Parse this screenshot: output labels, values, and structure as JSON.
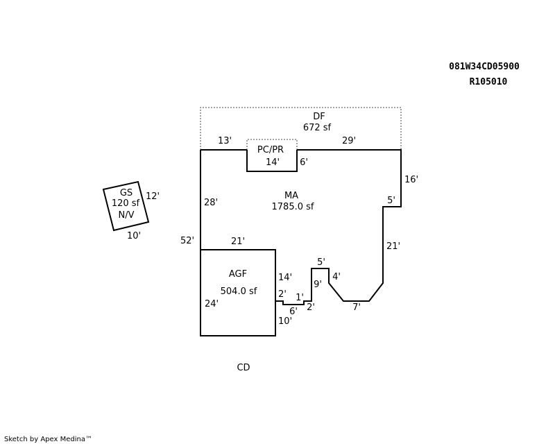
{
  "header": {
    "parcel_id": "081W34CD05900",
    "account_id": "R105010"
  },
  "areas": {
    "df": {
      "name": "DF",
      "size": "672 sf"
    },
    "pcpr": {
      "name": "PC/PR",
      "length": "14'",
      "depth": "6'"
    },
    "ma": {
      "name": "MA",
      "size": "1785.0 sf"
    },
    "agf": {
      "name": "AGF",
      "size": "504.0 sf"
    },
    "gs": {
      "name": "GS",
      "size": "120 sf",
      "note": "N/V"
    },
    "cd": {
      "name": "CD"
    }
  },
  "dimensions": {
    "top_left": "13'",
    "top_right": "29'",
    "right_upper": "16'",
    "step_right": "5'",
    "right_lower": "21'",
    "left_upper": "28'",
    "left_total": "52'",
    "agf_top": "21'",
    "agf_left": "24'",
    "agf_right_upper": "14'",
    "agf_right_lower": "10'",
    "notch_a": "2'",
    "notch_b": "6'",
    "notch_c": "1'",
    "notch_d": "2'",
    "bump_top": "5'",
    "bump_side": "9'",
    "angle_edge": "4'",
    "bottom_edge": "7'",
    "gs_side": "12'",
    "gs_bottom": "10'"
  },
  "footer": {
    "credit": "Sketch by Apex Medina™"
  }
}
